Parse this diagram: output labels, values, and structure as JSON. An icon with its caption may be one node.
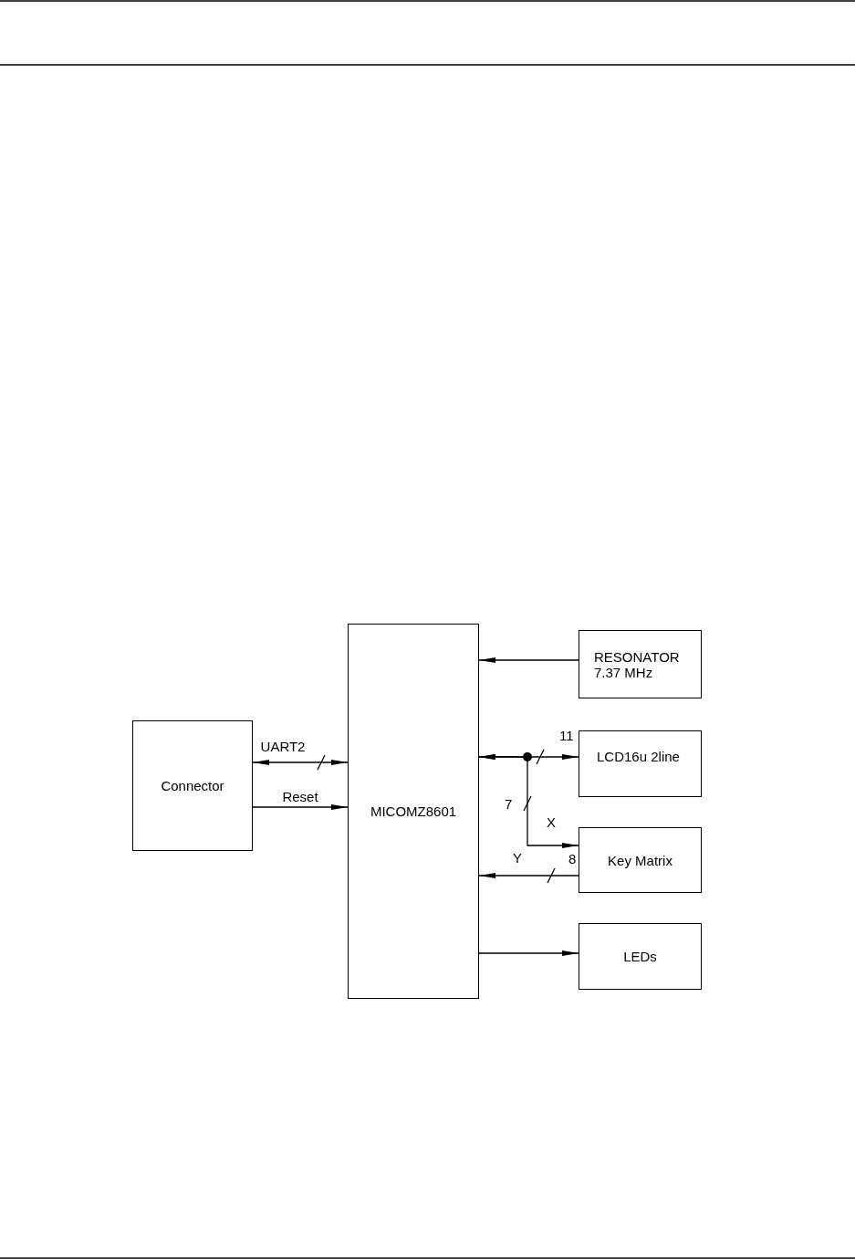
{
  "diagram": {
    "nodes": [
      {
        "text": [
          "Connector"
        ]
      },
      {
        "text": [
          "MICOMZ8601"
        ]
      },
      {
        "text": [
          "RESONATOR 7.37 MHz"
        ]
      },
      {
        "text": [
          "LCD16u 2line"
        ]
      },
      {
        "text": [
          "Key Matrix"
        ]
      },
      {
        "text": [
          "LEDs"
        ]
      }
    ],
    "edges": [
      {
        "from": 0,
        "to": 1,
        "arrow": "both",
        "label": "UART2"
      },
      {
        "from": 0,
        "to": 1,
        "arrow": "to",
        "label": "Reset"
      },
      {
        "from": 2,
        "to": 1,
        "arrow": "to"
      },
      {
        "from": 1,
        "to": 3,
        "arrow": "both"
      },
      {
        "from": 1,
        "to": 4,
        "arrow": "both",
        "label": "X"
      },
      {
        "from": 4,
        "to": 1,
        "arrow": "to",
        "label": "Y"
      },
      {
        "from": 1,
        "to": 5,
        "arrow": "to"
      }
    ],
    "labels": [
      "11",
      "7",
      "8"
    ]
  }
}
